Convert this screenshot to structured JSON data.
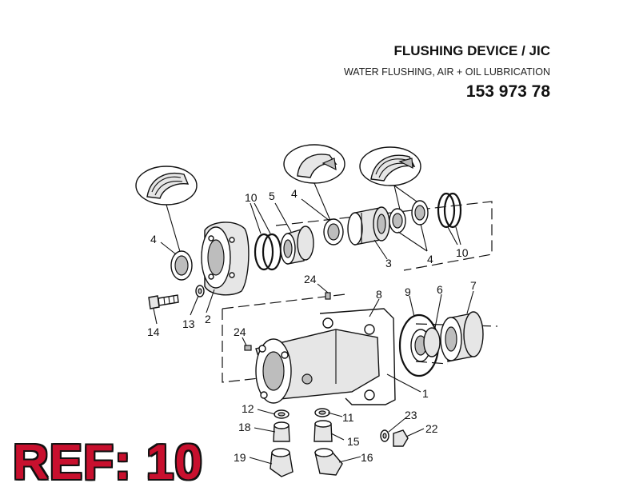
{
  "header": {
    "title": "FLUSHING DEVICE / JIC",
    "subtitle": "WATER FLUSHING, AIR + OIL LUBRICATION",
    "part_number": "153 973 78"
  },
  "reference": {
    "label": "REF: 10",
    "color": "#c8102e"
  },
  "callouts": {
    "c1": "1",
    "c2": "2",
    "c3": "3",
    "c4a": "4",
    "c4b": "4",
    "c4c": "4",
    "c5": "5",
    "c6": "6",
    "c7": "7",
    "c8": "8",
    "c9": "9",
    "c10a": "10",
    "c10b": "10",
    "c11": "11",
    "c12": "12",
    "c13": "13",
    "c14": "14",
    "c15": "15",
    "c16": "16",
    "c18": "18",
    "c19": "19",
    "c22": "22",
    "c23": "23",
    "c24a": "24",
    "c24b": "24"
  }
}
